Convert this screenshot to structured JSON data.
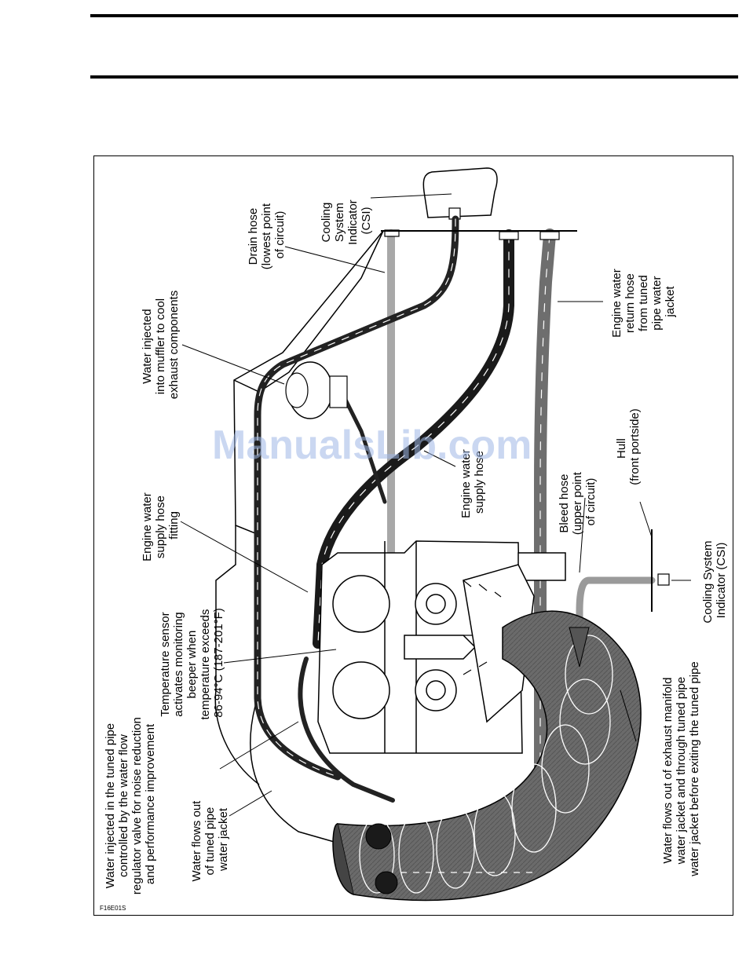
{
  "figure": {
    "code": "F16E01S",
    "watermark": "ManualsLib.com",
    "labels": {
      "csi_top": [
        "Cooling",
        "System",
        "Indicator",
        "(CSI)"
      ],
      "drain_hose": [
        "Drain hose",
        "(lowest point",
        "of circuit)"
      ],
      "muffler": [
        "Water injected",
        "into muffler to cool",
        "exhaust components"
      ],
      "return_hose": [
        "Engine water",
        "return hose",
        "from tuned",
        "pipe water",
        "jacket"
      ],
      "supply_hose": [
        "Engine water",
        "supply hose"
      ],
      "supply_fitting": [
        "Engine water",
        "supply hose",
        "fitting"
      ],
      "hull": [
        "Hull",
        "(front portside)"
      ],
      "bleed_hose": [
        "Bleed hose",
        "(upper point",
        "of circuit)"
      ],
      "csi_bottom": [
        "Cooling System",
        "Indicator (CSI)"
      ],
      "temp_sensor": [
        "Temperature sensor",
        "activates monitoring",
        "beeper when",
        "temperature exceeds",
        "86-94°C (187-201°F)"
      ],
      "tuned_pipe": [
        "Water injected in the tuned pipe",
        "controlled by the water flow",
        "regulator valve for noise reduction",
        "and performance improvement"
      ],
      "flows_out_jacket": [
        "Water flows out",
        "of tuned pipe",
        "water jacket"
      ],
      "flows_out_manifold": [
        "Water flows out of exhaust manifold",
        "water jacket and through tuned pipe",
        "water jacket before exiting the tuned pipe"
      ]
    }
  }
}
